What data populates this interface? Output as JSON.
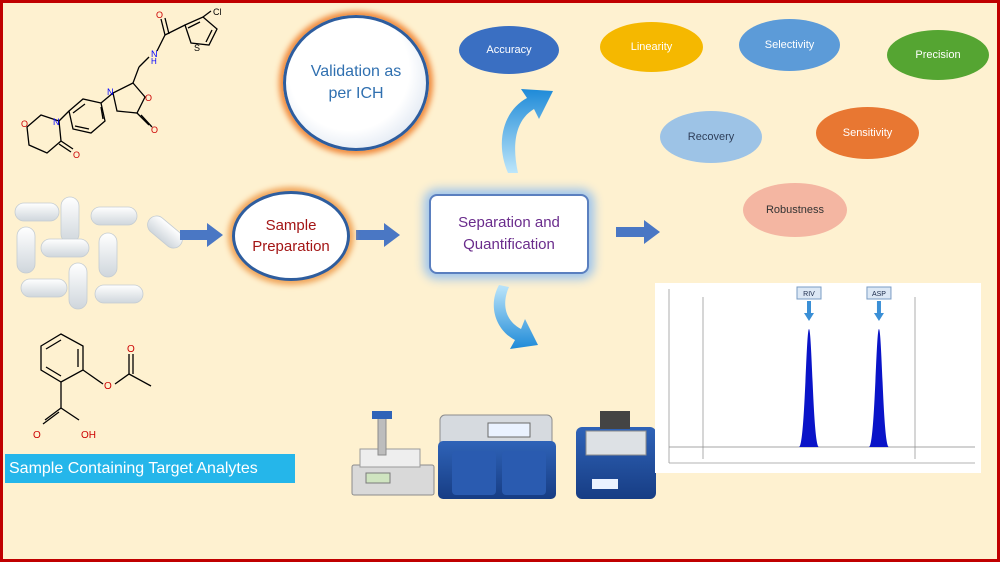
{
  "validation": {
    "title": "Validation as per ICH"
  },
  "parameters": [
    {
      "label": "Accuracy",
      "color": "#3a6fc2",
      "text_color": "#ffffff"
    },
    {
      "label": "Linearity",
      "color": "#f5b800",
      "text_color": "#ffffff"
    },
    {
      "label": "Selectivity",
      "color": "#5c9bd8",
      "text_color": "#ffffff"
    },
    {
      "label": "Precision",
      "color": "#55a532",
      "text_color": "#ffffff"
    },
    {
      "label": "Recovery",
      "color": "#9dc3e6",
      "text_color": "#2f3f5a"
    },
    {
      "label": "Sensitivity",
      "color": "#e87732",
      "text_color": "#ffffff"
    },
    {
      "label": "Robustness",
      "color": "#f4b6a2",
      "text_color": "#333333"
    }
  ],
  "steps": {
    "sample_preparation": "Sample Preparation",
    "separation": "Separation and Quantification"
  },
  "sample_banner": "Sample Containing Target Analytes",
  "molecule_labels": {
    "cl": "Cl",
    "n": "N",
    "o": "O",
    "oh": "OH",
    "h": "H"
  },
  "chromatogram": {
    "peaks": [
      {
        "label": "RIV",
        "rt": 0.5
      },
      {
        "label": "ASP",
        "rt": 0.83
      }
    ]
  }
}
